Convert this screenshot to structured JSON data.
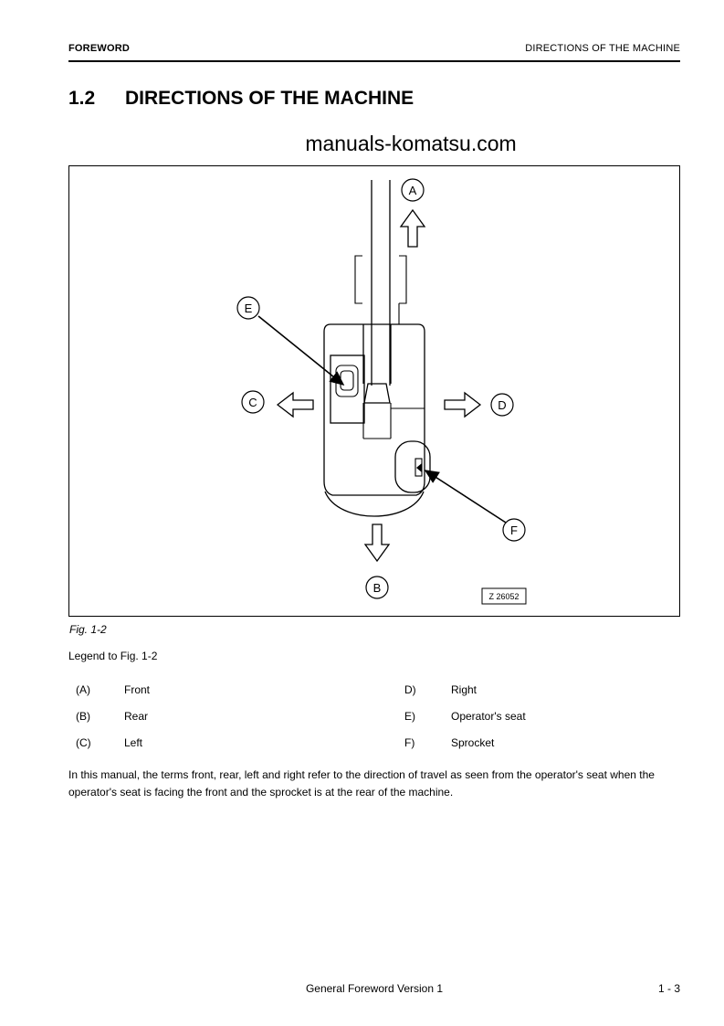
{
  "header": {
    "left": "FOREWORD",
    "right": "DIRECTIONS OF THE MACHINE"
  },
  "title": {
    "number": "1.2",
    "text": "DIRECTIONS OF THE MACHINE"
  },
  "watermark": "manuals-komatsu.com",
  "figure": {
    "caption": "Fig. 1-2",
    "stamp": "Z 26052",
    "labels": {
      "A": "A",
      "B": "B",
      "C": "C",
      "D": "D",
      "E": "E",
      "F": "F"
    }
  },
  "legend": {
    "heading": "Legend to Fig. 1-2",
    "rows": [
      {
        "key_left": "(A)",
        "val_left": "Front",
        "key_right": "D)",
        "val_right": "Right"
      },
      {
        "key_left": "(B)",
        "val_left": "Rear",
        "key_right": "E)",
        "val_right": "Operator's seat"
      },
      {
        "key_left": "(C)",
        "val_left": "Left",
        "key_right": "F)",
        "val_right": "Sprocket"
      }
    ]
  },
  "paragraph": "In this manual, the terms front, rear, left and right refer to the direction of travel as seen from the operator's seat when the operator's seat is facing the front and the sprocket is at the rear of the machine.",
  "footer": {
    "center": "General Foreword Version 1",
    "page": "1 - 3"
  }
}
